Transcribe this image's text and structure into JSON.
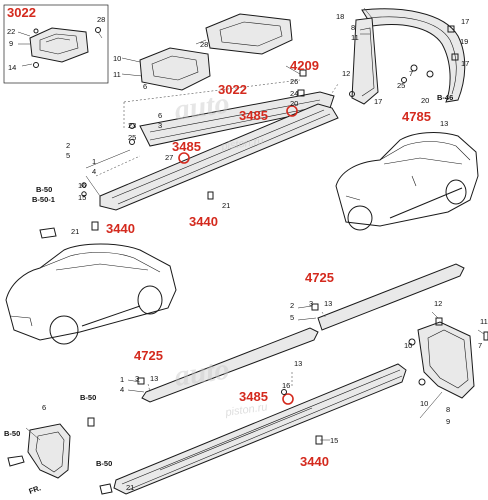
{
  "codes": {
    "c3022_top": "3022",
    "c3022_mid": "3022",
    "c4209": "4209",
    "c3485_a": "3485",
    "c3485_b": "3485",
    "c3485_c": "3485",
    "c4785": "4785",
    "c3440_a": "3440",
    "c3440_b": "3440",
    "c3440_c": "3440",
    "c4725_a": "4725",
    "c4725_b": "4725"
  },
  "callouts": {
    "n9": "9",
    "n14": "14",
    "n22": "22",
    "n28a": "28",
    "n10": "10",
    "n11": "11",
    "n28b": "28",
    "n18": "18",
    "n19": "19",
    "n6": "6",
    "n3": "3",
    "n23": "23",
    "n25": "25",
    "n26": "26",
    "n24": "24",
    "n20": "20",
    "n2": "2",
    "n5": "5",
    "n1": "1",
    "n4": "4",
    "n27": "27",
    "n16": "16",
    "n15": "15",
    "n21a": "21",
    "n21b": "21",
    "b50": "B-50",
    "b501": "B-50-1",
    "r18": "18",
    "r8": "8",
    "r11": "11",
    "r17a": "17",
    "r17b": "17",
    "r12": "12",
    "r25": "25",
    "r7": "7",
    "r20": "20",
    "r19": "19",
    "r13": "13",
    "r17c": "17",
    "rb46": "B-46",
    "l2": "2",
    "l5": "5",
    "l3": "3",
    "l13": "13",
    "l1": "1",
    "l4": "4",
    "l3b": "3",
    "l13b": "13",
    "l12": "12",
    "l10a": "10",
    "l11": "11",
    "l7": "7",
    "l10b": "10",
    "l8": "8",
    "l9": "9",
    "l6": "6",
    "lb50a": "B-50",
    "l13c": "13",
    "l16": "16",
    "l15": "15",
    "lb50b": "B-50",
    "l21": "21",
    "lfr": "FR."
  },
  "watermark": {
    "text1": "auto",
    "text2": "piston.ru"
  }
}
